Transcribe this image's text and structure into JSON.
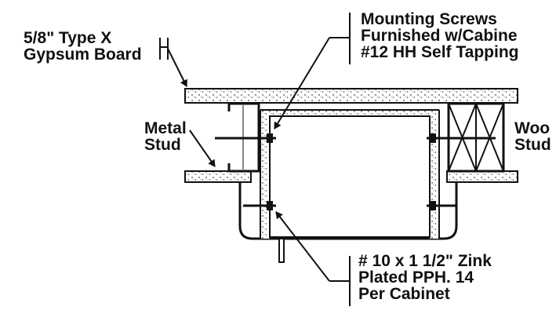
{
  "labels": {
    "gypsum": {
      "line1": "5/8\" Type X",
      "line2": "Gypsum Board"
    },
    "metal_stud": {
      "line1": "Metal",
      "line2": "Stud"
    },
    "wood_stud": {
      "line1": "Woo",
      "line2": "Stud"
    },
    "mounting_screws": {
      "line1": "Mounting Screws",
      "line2": "Furnished w/Cabine",
      "line3": "#12 HH Self Tapping"
    },
    "zink_screws": {
      "line1": "# 10 x 1 1/2\" Zink",
      "line2": "Plated PPH. 14",
      "line3": "Per Cabinet"
    }
  },
  "colors": {
    "ink": "#111111",
    "fill": "#ffffff",
    "stipple": "#444444"
  }
}
